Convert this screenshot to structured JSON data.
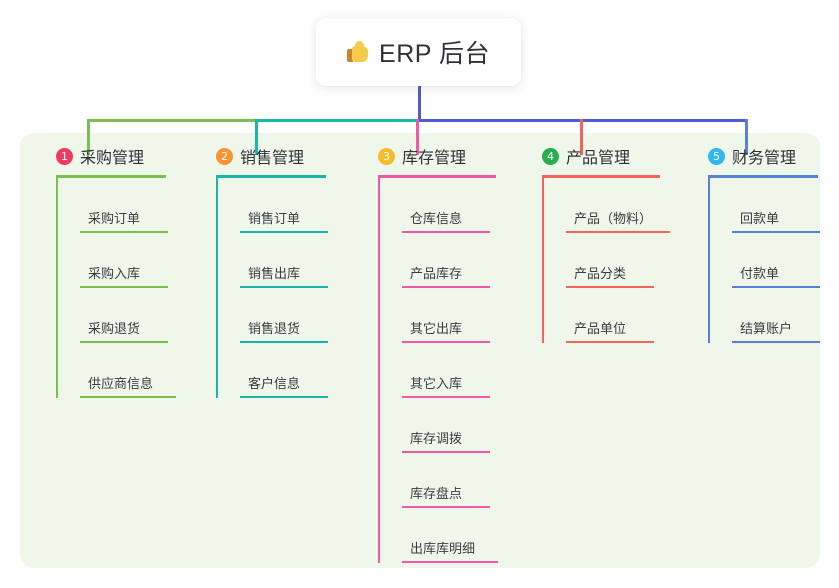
{
  "root": {
    "icon": "thumbs-up-icon",
    "title": "ERP 后台"
  },
  "colors": {
    "panel_bg": "#eef7ea",
    "page_bg": "#ffffff",
    "title_text": "#2f3238",
    "bus_left_green": "#7dbf4f",
    "bus_teal": "#19b7a8",
    "bus_blue": "#4f5bd5",
    "column1": "#7dbf4f",
    "column2": "#19b7a8",
    "column3": "#ef5aa8",
    "column4": "#f4635c",
    "column5": "#5b7fd4",
    "badge1": "#ef3b63",
    "badge2": "#f79435",
    "badge3": "#f7bc2e",
    "badge4": "#27ae4f",
    "badge5": "#33b7ef"
  },
  "columns": [
    {
      "index": "1",
      "badge_color": "#ef3b63",
      "line_color": "#7dbf4f",
      "title": "采购管理",
      "items": [
        "采购订单",
        "采购入库",
        "采购退货",
        "供应商信息"
      ]
    },
    {
      "index": "2",
      "badge_color": "#f79435",
      "line_color": "#19b7a8",
      "title": "销售管理",
      "items": [
        "销售订单",
        "销售出库",
        "销售退货",
        "客户信息"
      ]
    },
    {
      "index": "3",
      "badge_color": "#f7bc2e",
      "line_color": "#ef5aa8",
      "title": "库存管理",
      "items": [
        "仓库信息",
        "产品库存",
        "其它出库",
        "其它入库",
        "库存调拨",
        "库存盘点",
        "出库库明细"
      ]
    },
    {
      "index": "4",
      "badge_color": "#27ae4f",
      "line_color": "#f4635c",
      "title": "产品管理",
      "items": [
        "产品（物料）",
        "产品分类",
        "产品单位"
      ]
    },
    {
      "index": "5",
      "badge_color": "#33b7ef",
      "line_color": "#5b7fd4",
      "title": "财务管理",
      "items": [
        "回款单",
        "付款单",
        "结算账户"
      ]
    }
  ]
}
